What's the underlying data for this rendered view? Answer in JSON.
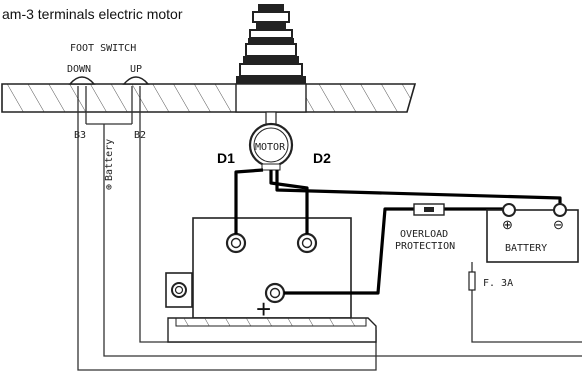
{
  "title": "am-3 terminals electric motor",
  "foot_switch": {
    "label": "FOOT SWITCH",
    "down": "DOWN",
    "up": "UP"
  },
  "wires": {
    "b3": "B3",
    "b2": "B2",
    "battery_wire": "Battery"
  },
  "motor": {
    "label": "MOTOR",
    "d1": "D1",
    "d2": "D2"
  },
  "overload": {
    "line1": "OVERLOAD",
    "line2": "PROTECTION"
  },
  "battery": {
    "label": "BATTERY"
  },
  "fuse": {
    "label": "F. 3A"
  },
  "symbols": {
    "plus": "+",
    "circled_plus": "⊕",
    "circled_minus": "⊖"
  },
  "colors": {
    "wire_main": "#000000",
    "wire_control": "#333333",
    "deck_hatch": "#555555"
  }
}
